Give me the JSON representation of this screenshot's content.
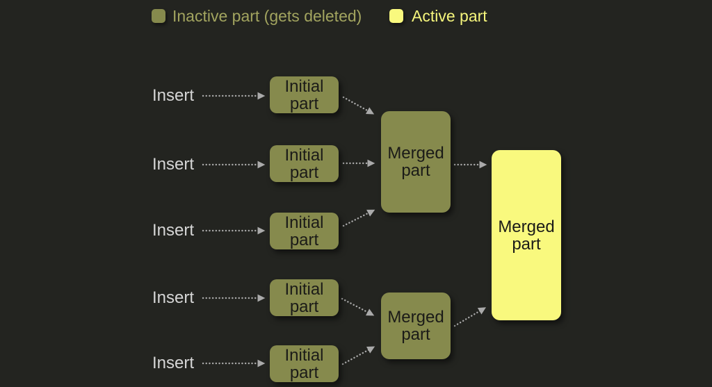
{
  "legend": {
    "inactive_label": "Inactive part (gets deleted)",
    "active_label": "Active part"
  },
  "diagram": {
    "inserts": [
      "Insert",
      "Insert",
      "Insert",
      "Insert",
      "Insert"
    ],
    "initial_parts": [
      "Initial part",
      "Initial part",
      "Initial part",
      "Initial part",
      "Initial part"
    ],
    "merged_inactive_parts": [
      "Merged part",
      "Merged part"
    ],
    "merged_active_part": "Merged part"
  },
  "colors": {
    "background": "#232420",
    "inactive_fill": "#868a4d",
    "active_fill": "#f9f97e",
    "legend_inactive_text": "#a2a45f",
    "legend_active_text": "#f5f57c",
    "insert_text": "#d6d6d6",
    "node_text": "#1b1b18",
    "arrow": "#aaaaaa"
  }
}
